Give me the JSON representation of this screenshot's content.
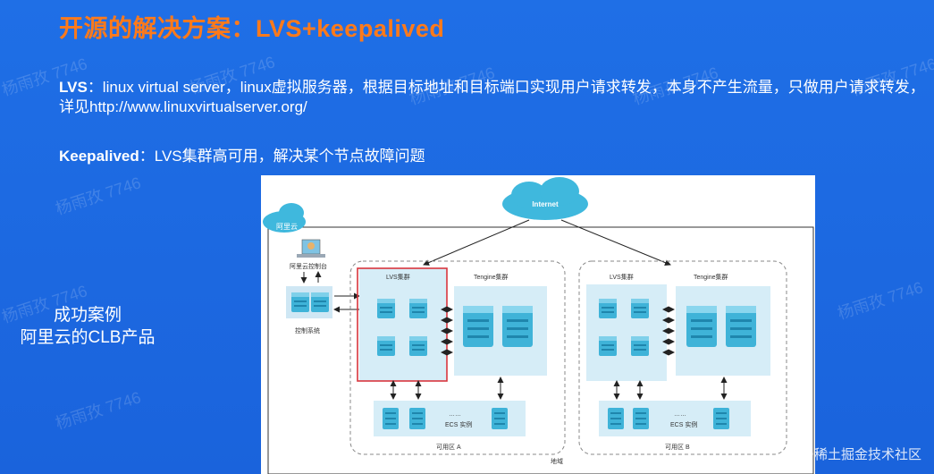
{
  "slide": {
    "title": "开源的解决方案：LVS+keepalived",
    "lvs_term": "LVS",
    "lvs_text": "：linux virtual server，linux虚拟服务器，根据目标地址和目标端口实现用户请求转发，本身不产生流量，只做用户请求转发，详见http://www.linuxvirtualserver.org/",
    "keep_term": "Keepalived",
    "keep_text": "：LVS集群高可用，解决某个节点故障问题",
    "case_line1": "成功案例",
    "case_line2": "阿里云的CLB产品",
    "watermark": "杨雨孜 7746",
    "source": "@稀土掘金技术社区"
  },
  "diagram": {
    "internet": "Internet",
    "aliyun": "阿里云",
    "console": "阿里云控制台",
    "control_system": "控制系统",
    "lvs_cluster_a": "LVS集群",
    "tengine_cluster_a": "Tengine集群",
    "lvs_cluster_b": "LVS集群",
    "tengine_cluster_b": "Tengine集群",
    "ecs_a": "ECS 实例",
    "ecs_b": "ECS 实例",
    "ecs_dots": "……",
    "zone_a": "可用区 A",
    "zone_b": "可用区 B",
    "region": "地域",
    "colors": {
      "accent": "#ff7a1a",
      "server": "#3fb3d8",
      "cluster_bg": "#d6edf7",
      "highlight": "#d9363e"
    }
  }
}
